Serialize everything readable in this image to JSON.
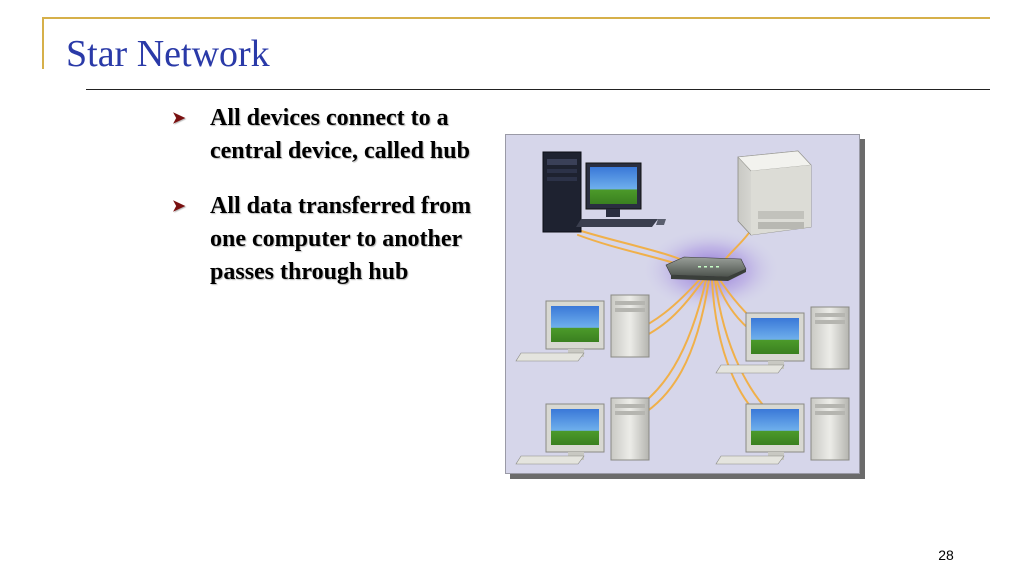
{
  "slide": {
    "title": "Star Network",
    "bullets": [
      "All devices connect to a central device, called hub",
      "All data transferred from one computer to another passes through hub"
    ],
    "page_number": "28"
  },
  "figure": {
    "devices": [
      "tower-pc-with-monitor",
      "laser-printer",
      "network-hub",
      "desktop-pc",
      "desktop-pc",
      "desktop-pc",
      "desktop-pc"
    ],
    "cable_color": "#f0b04a",
    "hub_glow_color": "#8a6ad8",
    "background_color": "#d6d6ea"
  },
  "colors": {
    "title": "#2a3aa8",
    "frame_accent": "#d6b04a",
    "bullet_marker": "#7a1010"
  }
}
